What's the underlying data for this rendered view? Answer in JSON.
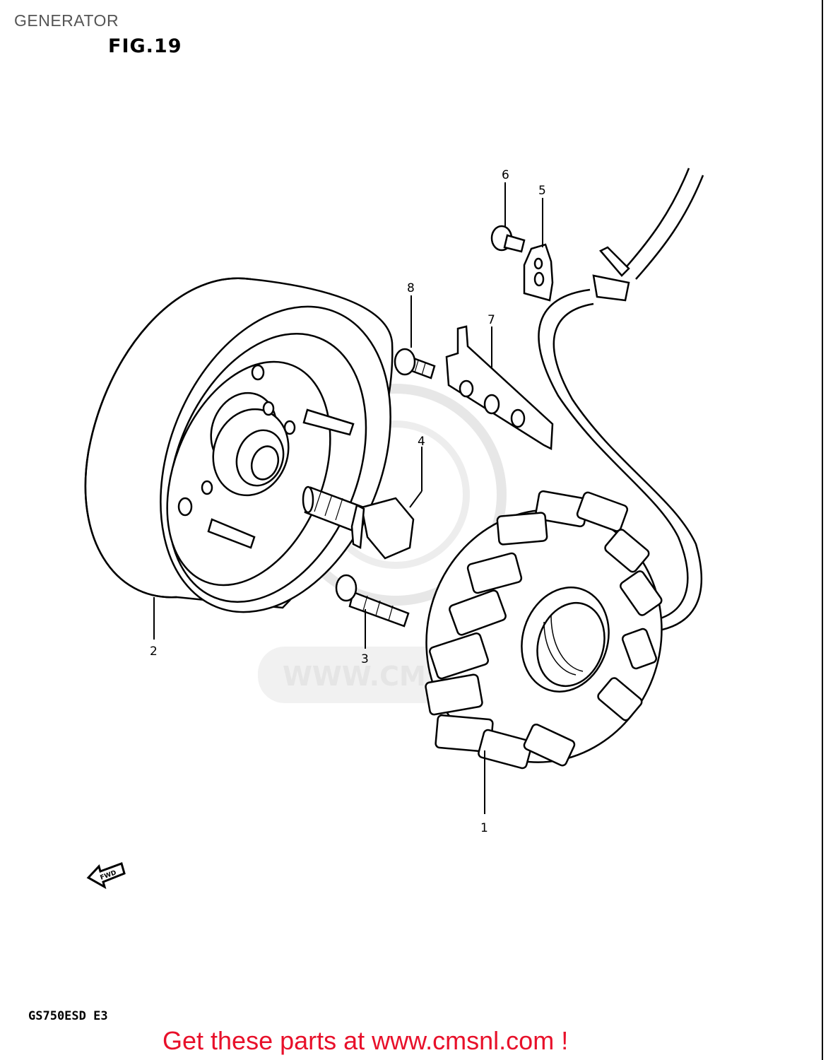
{
  "header": {
    "title": "GENERATOR",
    "figure": "FIG.19"
  },
  "parts": {
    "p1": "1",
    "p2": "2",
    "p3": "3",
    "p4": "4",
    "p5": "5",
    "p6": "6",
    "p7": "7",
    "p8": "8"
  },
  "direction_badge": "FWD",
  "watermark": "WWW.CMSNL.COM",
  "footer": {
    "model_code": "GS750ESD  E3",
    "cta": "Get these parts at www.cmsnl.com !"
  },
  "colors": {
    "cta": "#e8102a",
    "line": "#000000",
    "watermark": "#e6e6e6"
  }
}
